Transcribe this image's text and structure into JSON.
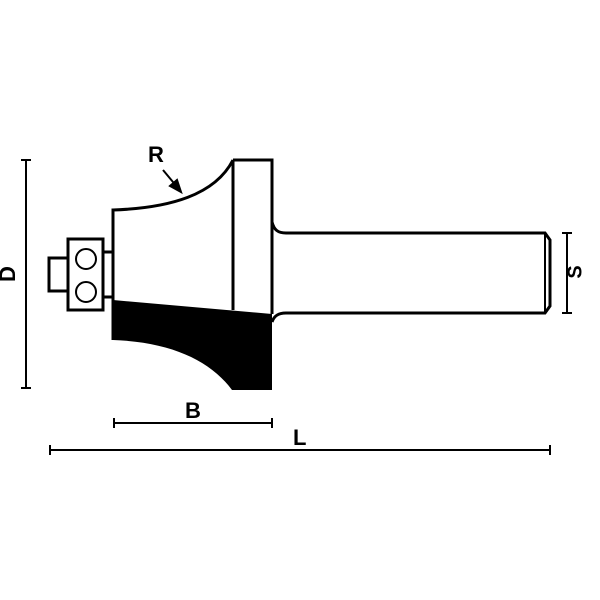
{
  "diagram": {
    "subject": "Router bit (roundover / cove cutter) technical drawing",
    "labels": {
      "radius": "R",
      "diameter": "D",
      "shank": "S",
      "cutting_length": "B",
      "total_length": "L"
    },
    "colors": {
      "line": "#000000",
      "cutter_fill": "#000000",
      "background": "#ffffff"
    }
  }
}
